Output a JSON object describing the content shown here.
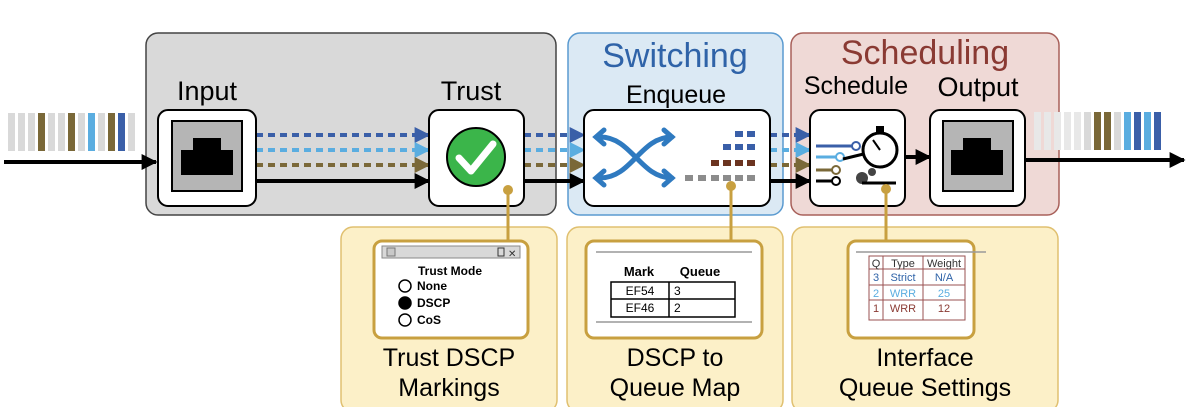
{
  "stages": {
    "input_label": "Input",
    "trust_label": "Trust",
    "switching_title": "Switching",
    "enqueue_label": "Enqueue",
    "scheduling_title": "Scheduling",
    "schedule_label": "Schedule",
    "output_label": "Output"
  },
  "trust_window": {
    "heading": "Trust Mode",
    "options": [
      "None",
      "DSCP",
      "CoS"
    ],
    "selected_option": "DSCP"
  },
  "queue_map": {
    "headers": [
      "Mark",
      "Queue"
    ],
    "rows": [
      [
        "EF54",
        "3"
      ],
      [
        "EF46",
        "2"
      ]
    ]
  },
  "queue_settings": {
    "headers": [
      "Q",
      "Type",
      "Weight"
    ],
    "rows": [
      [
        "3",
        "Strict",
        "N/A"
      ],
      [
        "2",
        "WRR",
        "25"
      ],
      [
        "1",
        "WRR",
        "12"
      ]
    ]
  },
  "captions": {
    "trust_line1": "Trust DSCP",
    "trust_line2": "Markings",
    "map_line1": "DSCP to",
    "map_line2": "Queue Map",
    "settings_line1": "Interface",
    "settings_line2": "Queue Settings"
  },
  "colors": {
    "stage_gray": "#d9d9d9",
    "switching_blue": "#dbe9f4",
    "scheduling_red": "#efd9d6",
    "detail_yellow": "#fcf0c8",
    "flow_dark_blue": "#3a5fa8",
    "flow_light_blue": "#5aade0",
    "flow_brown": "#7a6838",
    "check_green": "#3bb54a",
    "switching_title": "#2f63a8",
    "scheduling_title": "#8a3a33"
  }
}
